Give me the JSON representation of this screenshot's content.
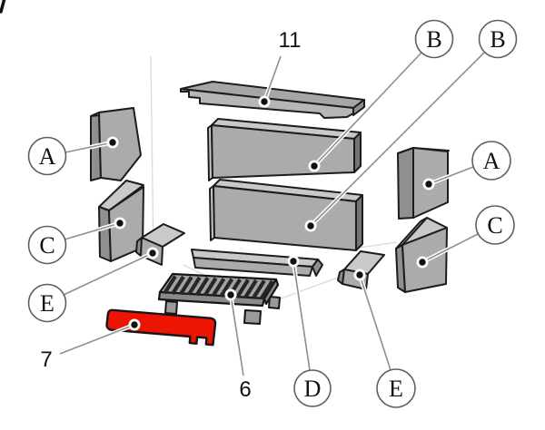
{
  "diagram": {
    "background_color": "#ffffff",
    "colors": {
      "part_gray_front": "#ababab",
      "part_gray_top": "#c9c9c9",
      "part_gray_side": "#8f8f8f",
      "part_gray_dark_end": "#747474",
      "plate_top": "#a6a6a6",
      "plate_front": "#b6b6b6",
      "grate_slat": "#262626",
      "outline": "#1c1c1c",
      "highlight_red": "#ee1404",
      "callout_line": "#8f8f8f",
      "circle_stroke": "#5f5f5f",
      "label_text": "#111111"
    },
    "callouts": [
      {
        "label": "11",
        "style": "number",
        "part": "top-plate"
      },
      {
        "label": "B",
        "style": "circle",
        "part": "rear-panel-upper"
      },
      {
        "label": "B",
        "style": "circle",
        "part": "rear-panel-lower"
      },
      {
        "label": "A",
        "style": "circle",
        "part": "side-panel-left"
      },
      {
        "label": "C",
        "style": "circle",
        "part": "lower-panel-left"
      },
      {
        "label": "E",
        "style": "circle",
        "part": "block-left"
      },
      {
        "label": "7",
        "style": "number",
        "part": "ash-lip-red"
      },
      {
        "label": "6",
        "style": "number",
        "part": "grate"
      },
      {
        "label": "D",
        "style": "circle",
        "part": "front-bar"
      },
      {
        "label": "E",
        "style": "circle",
        "part": "block-right"
      },
      {
        "label": "A",
        "style": "circle",
        "part": "side-panel-right"
      },
      {
        "label": "C",
        "style": "circle",
        "part": "lower-panel-right"
      }
    ],
    "highlighted_part": {
      "label": "7",
      "color": "#ee1404"
    }
  }
}
